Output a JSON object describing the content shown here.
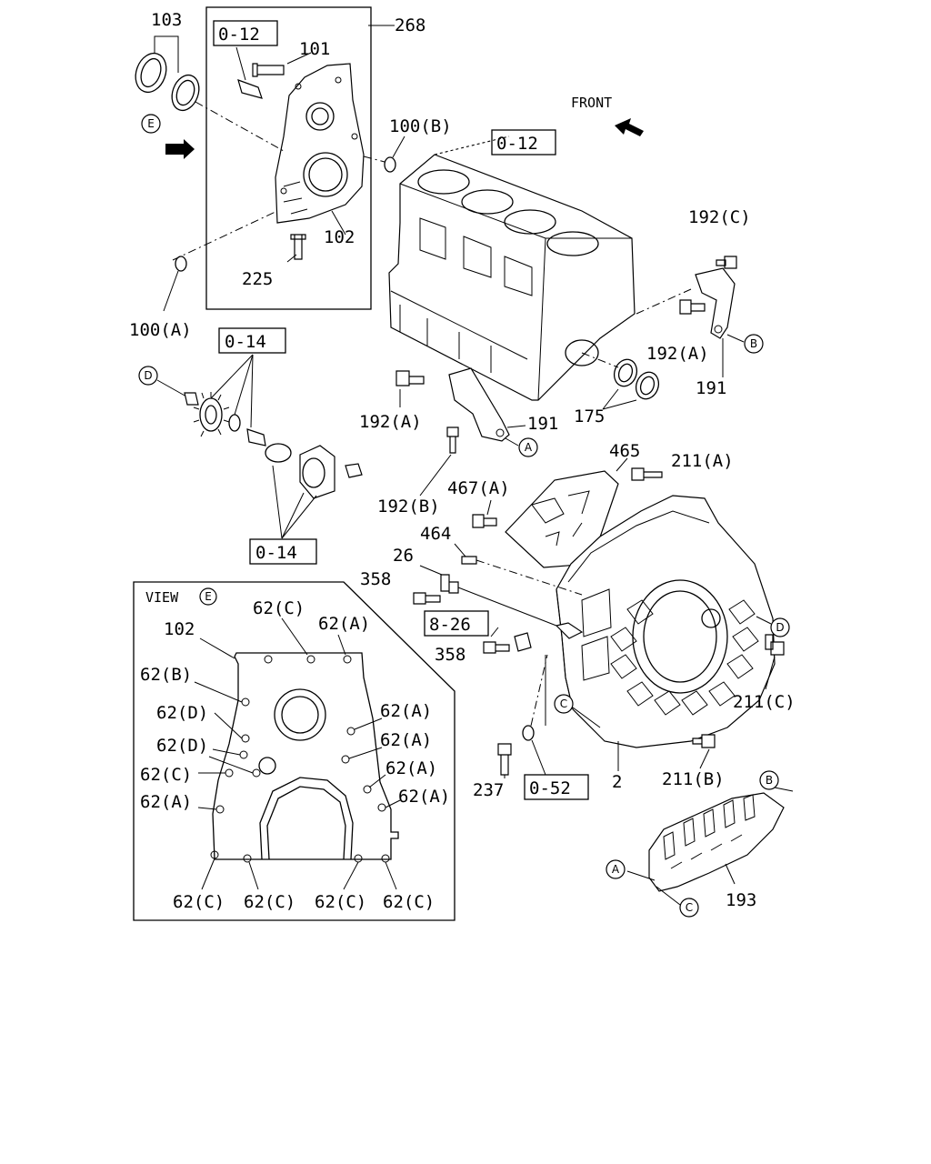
{
  "front_label": "FRONT",
  "view_label": "VIEW",
  "view_marker": "E",
  "refs": {
    "r0_12a": "0-12",
    "r0_12b": "0-12",
    "r0_14a": "0-14",
    "r0_14b": "0-14",
    "r8_26": "8-26",
    "r0_52": "0-52"
  },
  "markers": {
    "e_main": "E",
    "d_top": "D",
    "d_right": "D",
    "b_right": "B",
    "b_bottom": "B",
    "a_mid": "A",
    "a_bottom": "A",
    "c_mid": "C",
    "c_bottom": "C"
  },
  "labels": {
    "p103": "103",
    "p268": "268",
    "p101": "101",
    "p100b": "100(B)",
    "p102": "102",
    "p225": "225",
    "p100a": "100(A)",
    "p192c": "192(C)",
    "p192a_r": "192(A)",
    "p191_r": "191",
    "p175": "175",
    "p192a_m": "192(A)",
    "p191_m": "191",
    "p192b": "192(B)",
    "p465": "465",
    "p211a": "211(A)",
    "p467a": "467(A)",
    "p464": "464",
    "p26": "26",
    "p358a": "358",
    "p358b": "358",
    "p211c": "211(C)",
    "p237": "237",
    "p2": "2",
    "p211b": "211(B)",
    "p193": "193"
  },
  "view_labels": {
    "v102": "102",
    "v62c_top": "62(C)",
    "v62a_top": "62(A)",
    "v62b": "62(B)",
    "v62d_1": "62(D)",
    "v62d_2": "62(D)",
    "v62c_l": "62(C)",
    "v62a_l": "62(A)",
    "v62a_r1": "62(A)",
    "v62a_r2": "62(A)",
    "v62a_r3": "62(A)",
    "v62a_r4": "62(A)",
    "v62c_b1": "62(C)",
    "v62c_b2": "62(C)",
    "v62c_b3": "62(C)",
    "v62c_b4": "62(C)"
  }
}
